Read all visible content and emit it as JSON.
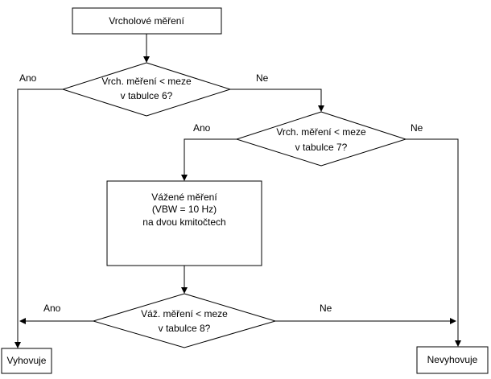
{
  "nodes": {
    "start": {
      "label": "Vrcholové měření"
    },
    "decision1": {
      "line1": "Vrch. měření < meze",
      "line2": "v tabulce 6?"
    },
    "decision2": {
      "line1": "Vrch. měření < meze",
      "line2": "v tabulce 7?"
    },
    "weighted": {
      "line1": "Vážené měření",
      "line2": "(VBW = 10 Hz)",
      "line3": "na dvou kmitočtech"
    },
    "decision3": {
      "line1": "Váž. měření < meze",
      "line2": "v tabulce 8?"
    },
    "pass": {
      "label": "Vyhovuje"
    },
    "fail": {
      "label": "Nevyhovuje"
    }
  },
  "edges": {
    "d1_yes": "Ano",
    "d1_no": "Ne",
    "d2_yes": "Ano",
    "d2_no": "Ne",
    "d3_yes": "Ano",
    "d3_no": "Ne"
  }
}
